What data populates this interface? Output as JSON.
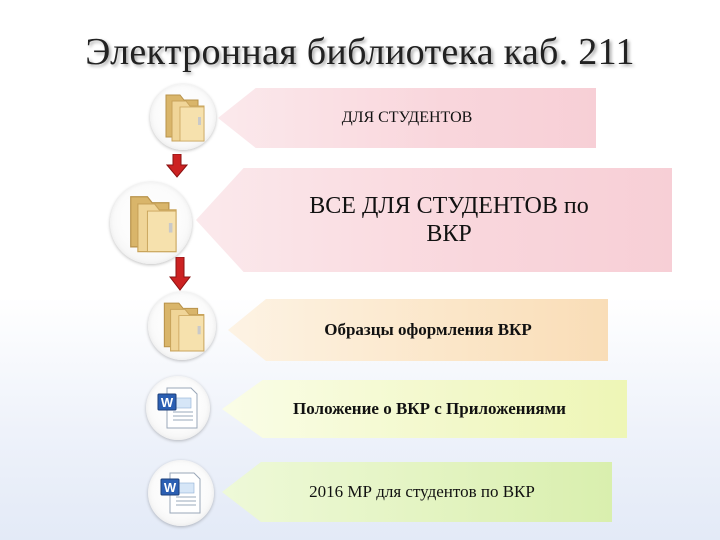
{
  "title": "Электронная библиотека каб. 211",
  "items": [
    {
      "label": "ДЛЯ СТУДЕНТОВ",
      "icon": "folder-icon"
    },
    {
      "label": "ВСЕ ДЛЯ СТУДЕНТОВ по ВКР",
      "icon": "folder-icon"
    },
    {
      "label": "Образцы оформления ВКР",
      "icon": "folder-icon"
    },
    {
      "label": "Положение о ВКР с Приложениями",
      "icon": "word-document-icon"
    },
    {
      "label": "2016 МР для студентов по ВКР",
      "icon": "word-document-icon"
    }
  ],
  "colors": {
    "banner1": "#f8d4db",
    "banner2": "#f8d4db",
    "banner3": "#fbe4c4",
    "banner4": "#f3f8c8",
    "banner5": "#e0f2bd",
    "arrow": "#cc2222"
  }
}
